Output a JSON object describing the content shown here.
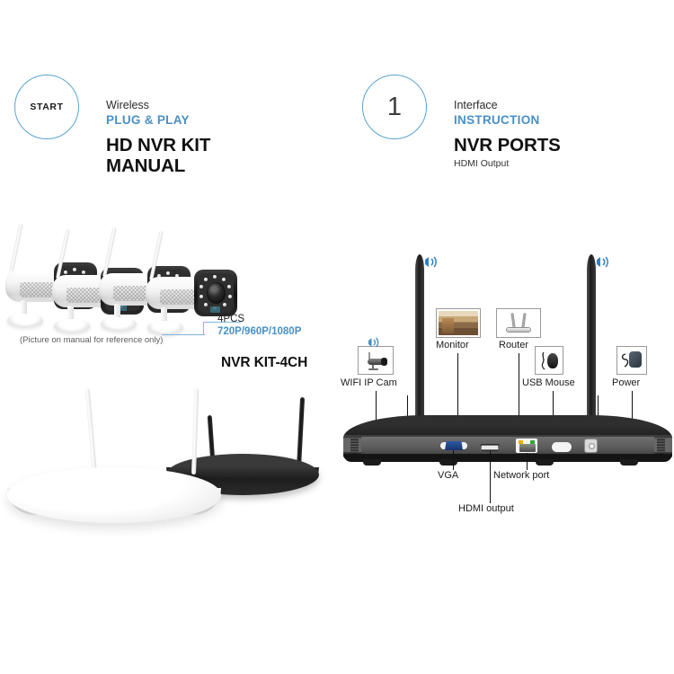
{
  "page": {
    "background": "#ffffff",
    "accent_blue": "#4a90c4",
    "circle_stroke": "#5ba3ce"
  },
  "left_panel": {
    "step_badge": "START",
    "eyebrow": "Wireless",
    "accent_line": "PLUG & PLAY",
    "title_line1": "HD NVR KIT",
    "title_line2": "MANUAL",
    "camera_count": "4PCS",
    "camera_resolutions": "720P/960P/1080P",
    "kit_name": "NVR KIT-4CH",
    "disclaimer": "(Picture on manual for reference only)",
    "cameras": [
      {
        "name": "wifi-bullet-camera-1"
      },
      {
        "name": "wifi-bullet-camera-2"
      },
      {
        "name": "wifi-bullet-camera-3"
      },
      {
        "name": "wifi-bullet-camera-4"
      }
    ],
    "nvr_units": [
      {
        "name": "nvr-unit-white",
        "color": "#f4f4f4"
      },
      {
        "name": "nvr-unit-black",
        "color": "#1d1d1d"
      }
    ]
  },
  "right_panel": {
    "step_badge": "1",
    "eyebrow": "Interface",
    "accent_line": "INSTRUCTION",
    "title": "NVR PORTS",
    "subtitle": "HDMI Output",
    "device_icons": [
      {
        "key": "wifi-ip-cam",
        "label": "WIFI IP Cam"
      },
      {
        "key": "monitor",
        "label": "Monitor"
      },
      {
        "key": "router",
        "label": "Router"
      },
      {
        "key": "usb-mouse",
        "label": "USB Mouse"
      },
      {
        "key": "power",
        "label": "Power"
      }
    ],
    "port_labels": [
      {
        "key": "vga",
        "label": "VGA"
      },
      {
        "key": "network-port",
        "label": "Network port"
      },
      {
        "key": "hdmi-output",
        "label": "HDMI output"
      }
    ],
    "ports": [
      {
        "key": "vga-port",
        "color": "#2c58a8"
      },
      {
        "key": "hdmi-port",
        "color": "#2c2c2c"
      },
      {
        "key": "ethernet-port",
        "color": "#f4f4f4"
      },
      {
        "key": "usb-port",
        "color": "#f3f3f3"
      },
      {
        "key": "power-jack",
        "color": "#d9d9d9"
      }
    ]
  }
}
